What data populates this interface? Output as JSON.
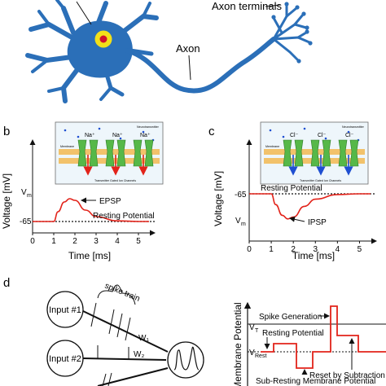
{
  "panel_a": {
    "labels": {
      "axon_terminals": "Axon terminals",
      "axon": "Axon"
    }
  },
  "panel_b": {
    "letter": "b",
    "y_label": "Voltage [mV]",
    "x_label": "Time [ms]",
    "y_ticks": [
      "V_m",
      "-65"
    ],
    "x_ticks": [
      "0",
      "1",
      "2",
      "3",
      "4",
      "5"
    ],
    "annotation_psp": "EPSP",
    "annotation_rest": "Resting Potential",
    "channel_ion": "Na⁺",
    "inset_small_labels": {
      "neurotransmitter": "Neurotransmitter",
      "membrane": "Membrane",
      "channels": "Transmitter Gated Ion Channels"
    },
    "colors": {
      "trace": "#e2231a",
      "channel": "#56b848",
      "arrow": "#e2231a"
    }
  },
  "panel_c": {
    "letter": "c",
    "y_label": "Voltage [mV]",
    "x_label": "Time [ms]",
    "y_ticks": [
      "-65",
      "V_m"
    ],
    "x_ticks": [
      "0",
      "1",
      "2",
      "3",
      "4",
      "5"
    ],
    "annotation_psp": "IPSP",
    "annotation_rest": "Resting Potential",
    "channel_ion": "Cl⁻",
    "inset_small_labels": {
      "neurotransmitter": "Neurotransmitter",
      "membrane": "Membrane",
      "channels": "Transmitter Gated Ion Channels"
    },
    "colors": {
      "trace": "#e2231a",
      "channel": "#56b848",
      "arrow": "#1f4fd1"
    }
  },
  "panel_d": {
    "letter": "d",
    "inputs": [
      "Input #1",
      "Input #2"
    ],
    "spike_train": "spike train",
    "weights": [
      "W₁",
      "W₂"
    ],
    "y_label": "Membrane Potential",
    "threshold": "V_T",
    "rest_level": "V_Rest",
    "annotations": {
      "spike": "Spike Generation",
      "rest": "Resting Potential",
      "reset": "Reset by Subtraction",
      "sub": "Sub-Resting Membrane Potential"
    },
    "colors": {
      "trace": "#e2231a"
    }
  },
  "chart_data": [
    {
      "type": "line",
      "title": "",
      "xlabel": "Time [ms]",
      "ylabel": "Voltage [mV]",
      "xlim": [
        0,
        5.5
      ],
      "x": [
        0,
        1,
        1.2,
        1.5,
        1.75,
        2,
        2.5,
        3,
        4,
        5,
        5.5
      ],
      "series": [
        {
          "values": [
            -65,
            -65,
            -59,
            -53,
            -51,
            -52,
            -58,
            -62,
            -64.6,
            -65,
            -65
          ]
        }
      ]
    },
    {
      "type": "line",
      "title": "",
      "xlabel": "Time [ms]",
      "ylabel": "Voltage [mV]",
      "xlim": [
        0,
        5.5
      ],
      "x": [
        0,
        1,
        1.2,
        1.5,
        1.75,
        2,
        2.5,
        3,
        4,
        5,
        5.5
      ],
      "series": [
        {
          "values": [
            -65,
            -65,
            -71,
            -77,
            -79,
            -78,
            -72,
            -68,
            -65.4,
            -65,
            -65
          ]
        }
      ]
    }
  ]
}
